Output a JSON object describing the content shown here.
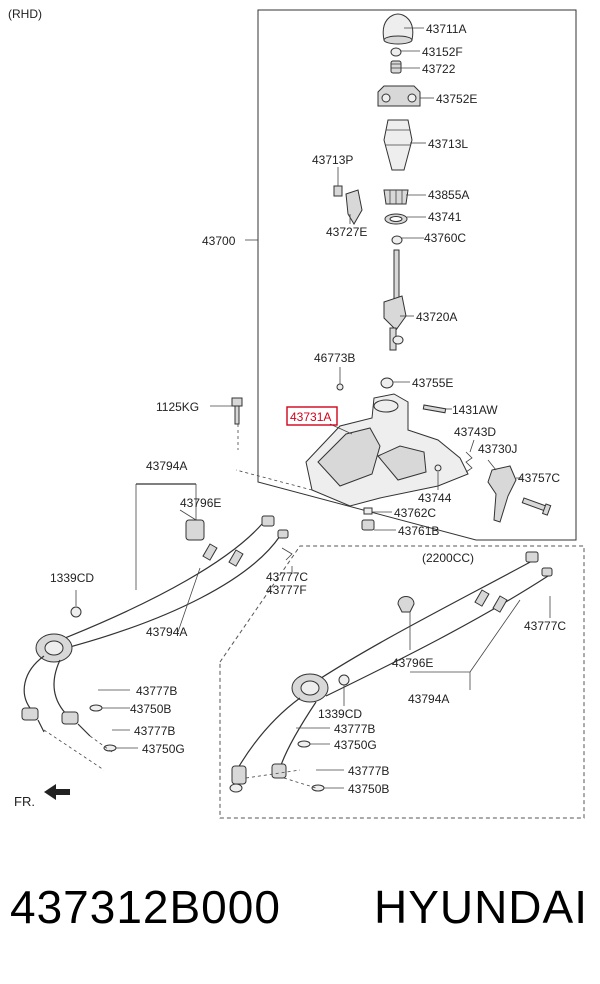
{
  "header": {
    "variant_note": "(RHD)",
    "engine_note": "(2200CC)",
    "direction": "FR."
  },
  "labels": {
    "l43711A": "43711A",
    "l43152F": "43152F",
    "l43722": "43722",
    "l43752E": "43752E",
    "l43713L": "43713L",
    "l43713P": "43713P",
    "l43855A": "43855A",
    "l43741": "43741",
    "l43727E": "43727E",
    "l43760C": "43760C",
    "l43700": "43700",
    "l43720A": "43720A",
    "l46773B": "46773B",
    "l43755E": "43755E",
    "l1125KG": "1125KG",
    "l43731A": "43731A",
    "l1431AW": "1431AW",
    "l43743D": "43743D",
    "l43730J": "43730J",
    "l43757C": "43757C",
    "l43744": "43744",
    "l43762C": "43762C",
    "l43761B": "43761B",
    "l43794A_1": "43794A",
    "l43796E_1": "43796E",
    "l1339CD_1": "1339CD",
    "l43777C_1": "43777C",
    "l43777F": "43777F",
    "l43794A_2": "43794A",
    "l43777B_1": "43777B",
    "l43750B_1": "43750B",
    "l43777B_2": "43777B",
    "l43750G_1": "43750G",
    "l43777C_2": "43777C",
    "l43796E_2": "43796E",
    "l43794A_3": "43794A",
    "l1339CD_2": "1339CD",
    "l43777B_3": "43777B",
    "l43750G_2": "43750G",
    "l43777B_4": "43777B",
    "l43750B_2": "43750B"
  },
  "highlight_color": "#d0021b",
  "footer": {
    "part_number": "437312B000",
    "brand": "HYUNDAI"
  }
}
